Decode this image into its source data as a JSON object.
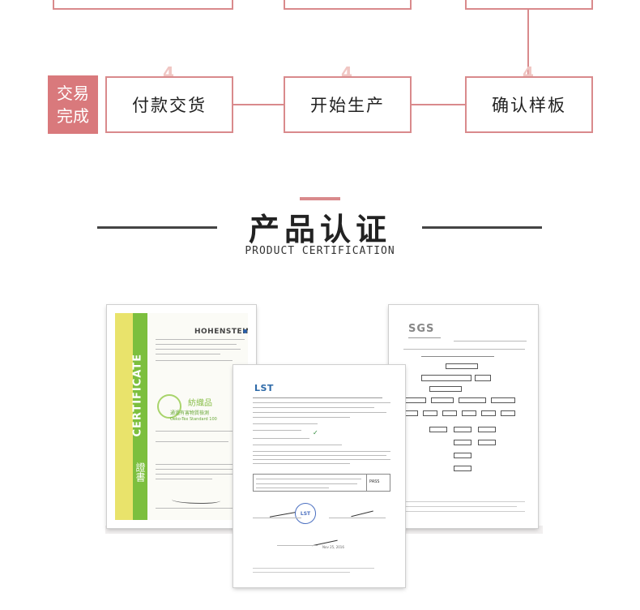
{
  "process": {
    "done_label_line1": "交易",
    "done_label_line2": "完成",
    "steps": [
      {
        "num": "4",
        "label": "付款交货"
      },
      {
        "num": "4",
        "label": "开始生产"
      },
      {
        "num": "4",
        "label": "确认样板"
      }
    ]
  },
  "section": {
    "title_cn": "产品认证",
    "title_en": "PRODUCT CERTIFICATION"
  },
  "certs": {
    "hohenstein": {
      "brand": "HOHENSTEIN",
      "vertical": "CERTIFICATE",
      "cn_mark": "紡織品",
      "cn_sub": "通過有害物質檢測",
      "standard": "Oeko-Tex Standard 100",
      "vertical_cn": "證書"
    },
    "lst": {
      "logo": "LST",
      "stamp": "LST",
      "result": "PASS",
      "date": "Nov 25, 2016"
    },
    "sgs": {
      "logo": "SGS"
    }
  },
  "colors": {
    "accent": "#d98a8c",
    "done_bg": "#d9797c",
    "step_num": "#f0c6c3",
    "cert_green": "#7cbf3e",
    "cert_yellow": "#e9e36b"
  }
}
